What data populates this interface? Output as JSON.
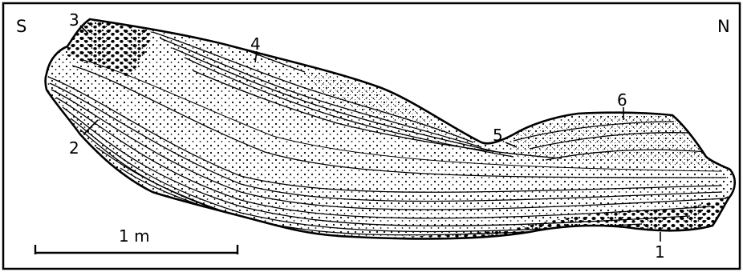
{
  "figure": {
    "direction_left": "S",
    "direction_right": "N",
    "scale_label": "1 m",
    "labels": [
      "1",
      "2",
      "3",
      "4",
      "5",
      "6"
    ]
  },
  "colors": {
    "ink": "#000000",
    "paper": "#ffffff"
  }
}
